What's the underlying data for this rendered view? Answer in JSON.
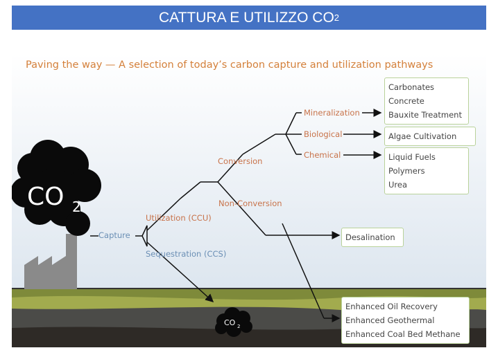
{
  "header": {
    "title": "CATTURA E UTILIZZO CO",
    "title_sub": "2"
  },
  "diagram": {
    "subtitle": "Paving the way — A selection of today’s carbon  capture and utilization pathways",
    "co2_cloud_text": "CO",
    "co2_cloud_sub": "2",
    "co2_small_text": "CO",
    "co2_small_sub": "2",
    "capture": "Capture",
    "utilization": "Utilization (CCU)",
    "sequestration": "Sequestration (CCS)",
    "conversion": "Conversion",
    "non_conversion": "Non-Conversion",
    "mineralization": "Mineralization",
    "biological": "Biological",
    "chemical": "Chemical",
    "mineral_box": [
      "Carbonates",
      "Concrete",
      "Bauxite Treatment"
    ],
    "bio_box": [
      "Algae Cultivation"
    ],
    "chem_box": [
      "Liquid Fuels",
      "Polymers",
      "Urea"
    ],
    "desal_box": [
      "Desalination"
    ],
    "enhanced_box": [
      "Enhanced Oil Recovery",
      "Enhanced Geothermal",
      "Enhanced Coal Bed Methane"
    ]
  },
  "colors": {
    "banner": "#4472c4",
    "subtitle": "#d4803a",
    "label_orange": "#c8734a",
    "label_blue": "#6b8fb5",
    "box_border": "#b9d29a"
  }
}
